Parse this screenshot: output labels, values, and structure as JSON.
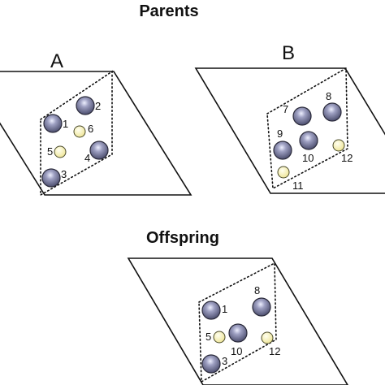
{
  "headings": {
    "parents": "Parents",
    "offspring": "Offspring"
  },
  "panels": {
    "A": {
      "label": "A",
      "sites": [
        "1",
        "2",
        "3",
        "4",
        "5",
        "6"
      ]
    },
    "B": {
      "label": "B",
      "sites": [
        "7",
        "8",
        "9",
        "10",
        "11",
        "12"
      ]
    },
    "offspring": {
      "label": "",
      "sites": [
        "1",
        "3",
        "5",
        "8",
        "10",
        "12"
      ]
    }
  },
  "colors": {
    "large_atom": "#7b7d9c",
    "small_atom": "#f7f3b6",
    "line": "#111111"
  },
  "legend_icons": {
    "large_atom": "large-atom-icon",
    "small_atom": "small-atom-icon"
  }
}
